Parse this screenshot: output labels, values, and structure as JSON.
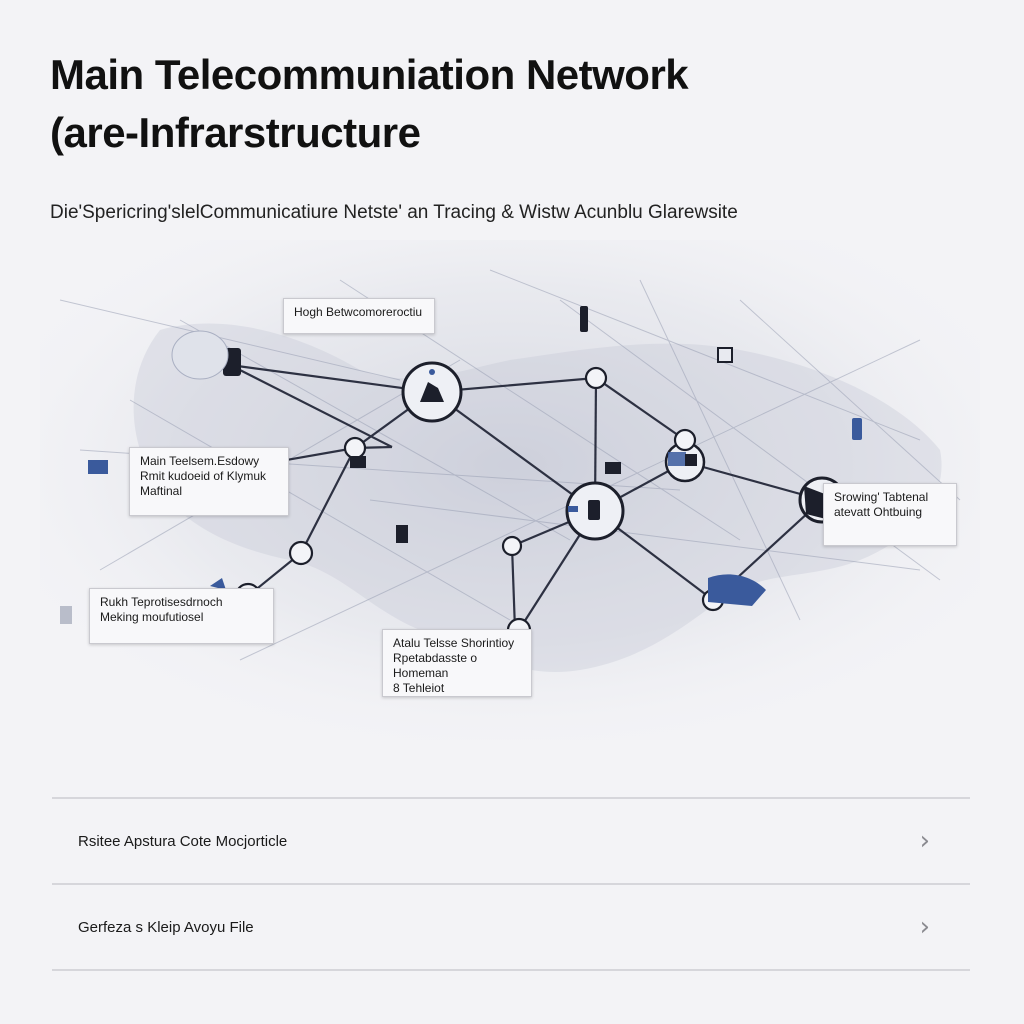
{
  "header": {
    "title_line1": "Main Telecommuniation Network",
    "title_line2": "(are-Infrarstructure",
    "subtitle": "Die'Spericring'slelCommunicatiure Netste' an Tracing & Wistw Acunblu Glarewsite"
  },
  "map": {
    "labels": {
      "top": [
        "Hogh Betwcomoreroctiu"
      ],
      "left": [
        "Main Teelsem.Esdowy",
        "Rmit kudoeid of Klymuk",
        "Maftinal"
      ],
      "lower_left": [
        "Rukh Teprotisesdrnoch",
        "Meking moufutiosel"
      ],
      "bottom": [
        "Atalu Telsse Shorintioy",
        "Rpetabdasste o Homeman",
        "8 Tehleiot"
      ],
      "right": [
        "Srowing' Tabtenal",
        "atevatt Ohtbuing"
      ]
    }
  },
  "list": {
    "items": [
      {
        "label": "Rsitee Apstura Cote Mocjorticle",
        "icon": "chevron-right-icon"
      },
      {
        "label": "Gerfeza s Kleip Avoyu File",
        "icon": "chevron-right-icon"
      }
    ]
  },
  "colors": {
    "background": "#f3f3f6",
    "link_line": "#2d3142",
    "node_ring": "#1c1f2b",
    "device_accent": "#3a5a9c"
  }
}
